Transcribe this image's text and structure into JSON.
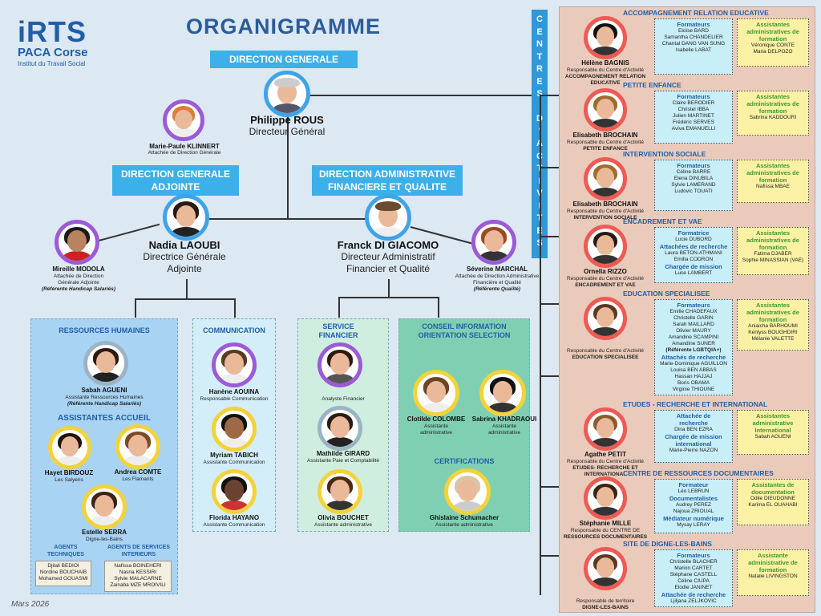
{
  "logo": {
    "big": "iRTS",
    "mid": "PACA Corse",
    "small": "Institut du Travail Social"
  },
  "title": "ORGANIGRAMME",
  "date": "Mars 2026",
  "banners": {
    "dg": "DIRECTION GENERALE",
    "dga": "DIRECTION GENERALE ADJOINTE",
    "dafq": "DIRECTION ADMINISTRATIVE FINANCIERE ET QUALITE"
  },
  "people": {
    "rous": {
      "name": "Philippe ROUS",
      "role": "Directeur Général"
    },
    "klinnert": {
      "name": "Marie-Paule KLINNERT",
      "role": "Attachée de Direction Générale"
    },
    "laoubi": {
      "name": "Nadia LAOUBI",
      "role1": "Directrice Générale",
      "role2": "Adjointe"
    },
    "digiacomo": {
      "name": "Franck DI GIACOMO",
      "role1": "Directeur Administratif",
      "role2": "Financier et Qualité"
    },
    "modola": {
      "name": "Mireille MODOLA",
      "role1": "Attachée de Direction",
      "role2": "Générale Adjointe",
      "role3": "(Référente Handicap Salariés)"
    },
    "marchal": {
      "name": "Séverine MARCHAL",
      "role1": "Attachée de Direction Administrative",
      "role2": "Financière et Qualité",
      "role3": "(Référente Qualité)"
    }
  },
  "rh": {
    "title": "RESSOURCES HUMAINES",
    "agueni": {
      "name": "Sabah AGUENI",
      "role1": "Assistante  Ressources Humaines",
      "role2": "(Référente Handicap Salariés)"
    },
    "accueil_title": "ASSISTANTES ACCUEIL",
    "birdouz": {
      "name": "Hayet BIRDOUZ",
      "role": "Les Salyens"
    },
    "comte": {
      "name": "Andrea COMTE",
      "role": "Les Flamants"
    },
    "serra": {
      "name": "Estelle SERRA",
      "role": "Digne-les-Bains"
    },
    "agents_tech_title": "AGENTS TECHNIQUES",
    "agents_tech": [
      "Djilali BEDIOI",
      "Nordine BOUCHAIB",
      "Mohamed GOUASMI"
    ],
    "agents_si_title": "AGENTS DE SERVICES INTERIEURS",
    "agents_si": [
      "Nafissa BOINEHERI",
      "Nasria KESSIRI",
      "Sylvie MALACARNE",
      "Zainaba MZE MROIVILI"
    ]
  },
  "com": {
    "title": "COMMUNICATION",
    "aouina": {
      "name": "Hanène AOUINA",
      "role": "Responsable Communication"
    },
    "tabich": {
      "name": "Myriam TABICH",
      "role": "Assistante Communication"
    },
    "hayano": {
      "name": "Florida HAYANO",
      "role": "Assistante Communication"
    }
  },
  "fin": {
    "title": "SERVICE FINANCIER",
    "analyste": {
      "role": "Analyste Financier"
    },
    "girard": {
      "name": "Mathilde GIRARD",
      "role": "Assistante Paie et Comptabilité"
    },
    "bouchet": {
      "name": "Olivia BOUCHET",
      "role": "Assistante administrative"
    }
  },
  "cios": {
    "title": "CONSEIL INFORMATION ORIENTATION SELECTION",
    "colombe": {
      "name": "Clotilde COLOMBE",
      "role1": "Assistante",
      "role2": "administrative"
    },
    "khadraoui": {
      "name": "Sabrina KHADRAOUI",
      "role1": "Assistante",
      "role2": "administrative"
    },
    "cert_title": "CERTIFICATIONS",
    "schumacher": {
      "name": "Ghislaine Schumacher",
      "role": "Assistante administrative"
    }
  },
  "cda_letters": [
    "C",
    "E",
    "N",
    "T",
    "R",
    "E",
    "S",
    "",
    "D",
    "'",
    "A",
    "C",
    "T",
    "I",
    "V",
    "I",
    "T",
    "E",
    "S"
  ],
  "sections": [
    {
      "title": "ACCOMPAGNEMENT RELATION EDUCATIVE",
      "name": "Hélène BAGNIS",
      "role1": "Responsable du Centre d'Activité",
      "role2": "ACCOMPAGNEMENT RELATION EDUCATIVE",
      "form": [
        [
          "h",
          "Formateurs"
        ],
        [
          "t",
          "Eloïse BARD"
        ],
        [
          "t",
          "Samantha CHANDELIER"
        ],
        [
          "t",
          "Chantal DANG VAN SUNG"
        ],
        [
          "t",
          "Isabelle LABAT"
        ]
      ],
      "assist": [
        [
          "h",
          "Assistantes"
        ],
        [
          "h",
          "administratives de"
        ],
        [
          "h",
          "formation"
        ],
        [
          "t",
          "Véronique CONTE"
        ],
        [
          "t",
          "Maria DELPOZO"
        ]
      ]
    },
    {
      "title": "PETITE ENFANCE",
      "name": "Elisabeth BROCHAIN",
      "role1": "Responsable du Centre d'Activité",
      "role2": "PETITE ENFANCE",
      "form": [
        [
          "h",
          "Formateurs"
        ],
        [
          "t",
          "Claire BERODIER"
        ],
        [
          "t",
          "Christel IBBA"
        ],
        [
          "t",
          "Julien MARTINET"
        ],
        [
          "t",
          "Frédéric SERVES"
        ],
        [
          "t",
          "Aviva EMANUELLI"
        ]
      ],
      "assist": [
        [
          "h",
          "Assistantes"
        ],
        [
          "h",
          "administratives de"
        ],
        [
          "h",
          "formation"
        ],
        [
          "t",
          "Sabrina KADDOURI"
        ]
      ]
    },
    {
      "title": "INTERVENTION SOCIALE",
      "name": "Elisabeth BROCHAIN",
      "role1": "Responsable du Centre d'Activité",
      "role2": "INTERVENTION SOCIALE",
      "form": [
        [
          "h",
          "Formateurs"
        ],
        [
          "t",
          "Céline BARRE"
        ],
        [
          "t",
          "Elena DINUBILA"
        ],
        [
          "t",
          "Sylvie LAMERAND"
        ],
        [
          "t",
          "Ludovic TOUATI"
        ]
      ],
      "assist": [
        [
          "h",
          "Assistantes"
        ],
        [
          "h",
          "administratives de"
        ],
        [
          "h",
          "formation"
        ],
        [
          "t",
          "Nafissa MBAE"
        ]
      ]
    },
    {
      "title": "ENCADREMENT ET VAE",
      "name": "Ornella RIZZO",
      "role1": "Responsable du Centre d'Activité",
      "role2": "ENCADREMENT ET VAE",
      "form": [
        [
          "h",
          "Formatrice"
        ],
        [
          "t",
          "Lucie DUBORD"
        ],
        [
          "h",
          "Attachées de recherche"
        ],
        [
          "t",
          "Laura BETON-ATHMANI"
        ],
        [
          "t",
          "Emilia CODRON"
        ],
        [
          "h",
          "Chargée de mission"
        ],
        [
          "t",
          "Luce LAMBERT"
        ]
      ],
      "assist": [
        [
          "h",
          "Assistantes"
        ],
        [
          "h",
          "administratives de"
        ],
        [
          "h",
          "formation"
        ],
        [
          "t",
          "Fatima DJABER"
        ],
        [
          "t",
          "Sophie MINASSIAN (VAE)"
        ]
      ]
    },
    {
      "title": "EDUCATION SPECIALISEE",
      "name": "",
      "role1": "Responsable du Centre d'Activité",
      "role2": "EDUCATION SPECIALISEE",
      "form": [
        [
          "h",
          "Formateurs"
        ],
        [
          "t",
          "Emilie CHADEFAUX"
        ],
        [
          "t",
          "Christelle GARIN"
        ],
        [
          "t",
          "Sarah MAILLARD"
        ],
        [
          "t",
          "Olivier MAURY"
        ],
        [
          "t",
          "Amandine SCAMPINI"
        ],
        [
          "t",
          "Amandine SUNER"
        ],
        [
          "b",
          "(Référente LGBTQIA+)"
        ],
        [
          "h",
          "Attachés de recherche"
        ],
        [
          "t",
          "Marie-Dominique AGUILLON"
        ],
        [
          "t",
          "Louisa BEN ABBAS"
        ],
        [
          "t",
          "Hassan HAJJAJ"
        ],
        [
          "t",
          "Boris OBAMA"
        ],
        [
          "t",
          "Virginie THIOUNE"
        ]
      ],
      "assist": [
        [
          "h",
          "Assistantes"
        ],
        [
          "h",
          "administratives de"
        ],
        [
          "h",
          "formation"
        ],
        [
          "t",
          "Aniaicha BARHOUMI"
        ],
        [
          "t",
          "Kenlyss BOUGHDIRI"
        ],
        [
          "t",
          "Mélanie VALETTE"
        ]
      ]
    },
    {
      "title": "ETUDES - RECHERCHE ET INTERNATIONAL",
      "name": "Agathe PETIT",
      "role1": "Responsable du Centre d'Activité",
      "role2": "ETUDES- RECHERCHE ET INTERNATIONAL",
      "form": [
        [
          "h",
          "Attachée de"
        ],
        [
          "h",
          "recherche"
        ],
        [
          "t",
          "Dina BEN EZRA"
        ],
        [
          "h",
          "Chargée de mission"
        ],
        [
          "h",
          "international"
        ],
        [
          "t",
          "Marie-Pierre NAZON"
        ]
      ],
      "assist": [
        [
          "h",
          "Assistantes"
        ],
        [
          "h",
          "administrative"
        ],
        [
          "h",
          "International"
        ],
        [
          "t",
          "Sabah AGUENI"
        ]
      ]
    },
    {
      "title": "CENTRE DE RESSOURCES DOCUMENTAIRES",
      "name": "Stéphanie MILLE",
      "role1": "Responsable du CENTRE DE",
      "role2": "RESSOURCES DOCUMENTAIRES",
      "form": [
        [
          "h",
          "Formateur"
        ],
        [
          "t",
          "Léo LEBRUN"
        ],
        [
          "h",
          "Documentalistes"
        ],
        [
          "t",
          "Audrey PEREZ"
        ],
        [
          "t",
          "Najoua ZRIOUAL"
        ],
        [
          "h",
          "Médiateur numérique"
        ],
        [
          "t",
          "Mysay LERAY"
        ]
      ],
      "assist": [
        [
          "h",
          "Assistantes de"
        ],
        [
          "h",
          "documentation"
        ],
        [
          "t",
          "Odile DIEUDONNE"
        ],
        [
          "t",
          "Karima EL OUAHABI"
        ]
      ]
    },
    {
      "title": "SITE DE DIGNE-LES-BAINS",
      "name": "",
      "role1": "Responsable de territoire",
      "role2": "DIGNE-LES-BAINS",
      "form": [
        [
          "h",
          "Formateurs"
        ],
        [
          "t",
          "Christelle BLACHER"
        ],
        [
          "t",
          "Marion CARTET"
        ],
        [
          "t",
          "Stéphane CASTELL"
        ],
        [
          "t",
          "Céline CIUPA"
        ],
        [
          "t",
          "Elodie JANINET"
        ],
        [
          "h",
          "Attachée de recherche"
        ],
        [
          "t",
          "Ljiljana ZELJKOVIC"
        ]
      ],
      "assist": [
        [
          "h",
          "Assistante"
        ],
        [
          "h",
          "administrative de"
        ],
        [
          "h",
          "formation"
        ],
        [
          "t",
          "Natalie LIVINGSTON"
        ]
      ]
    }
  ],
  "colors": {
    "accent": "#3cb0e8",
    "title": "#2a5d9a",
    "panel": "#eacabb"
  }
}
